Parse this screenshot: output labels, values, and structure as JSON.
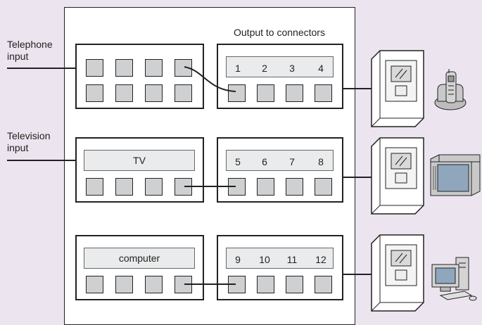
{
  "labels": {
    "output_heading": "Output to connectors",
    "telephone_input": "Telephone\ninput",
    "television_input": "Television\ninput"
  },
  "rows": [
    {
      "id": "telephone",
      "source_strip": "",
      "numbers": [
        "1",
        "2",
        "3",
        "4"
      ],
      "device_icon": "cordless-phone-icon"
    },
    {
      "id": "television",
      "source_strip": "TV",
      "numbers": [
        "5",
        "6",
        "7",
        "8"
      ],
      "device_icon": "tv-icon"
    },
    {
      "id": "computer",
      "source_strip": "computer",
      "numbers": [
        "9",
        "10",
        "11",
        "12"
      ],
      "device_icon": "desktop-computer-icon"
    }
  ],
  "colors": {
    "background": "#ece4ee",
    "port": "#cfd0d2",
    "strip": "#eaebec",
    "line": "#222222"
  }
}
